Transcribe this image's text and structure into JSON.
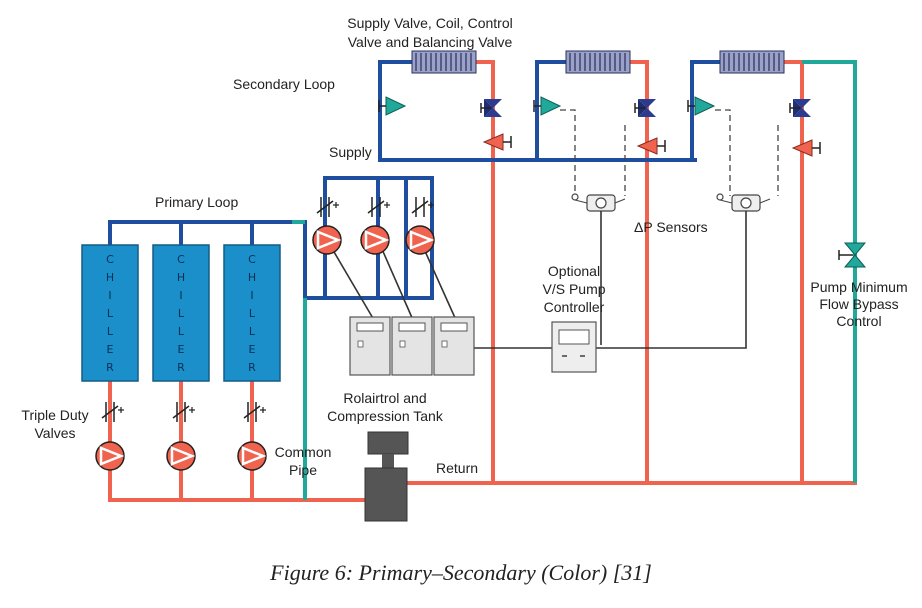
{
  "labels": {
    "supply_valve_line1": "Supply Valve, Coil, Control",
    "supply_valve_line2": "Valve and Balancing Valve",
    "secondary_loop": "Secondary Loop",
    "supply": "Supply",
    "primary_loop": "Primary Loop",
    "dp_sensors": "ΔP Sensors",
    "optional_line1": "Optional",
    "optional_line2": "V/S Pump",
    "optional_line3": "Controller",
    "pump_min_line1": "Pump Minimum",
    "pump_min_line2": "Flow Bypass",
    "pump_min_line3": "Control",
    "triple_line1": "Triple Duty",
    "triple_line2": "Valves",
    "rolaitrol_line1": "Rolairtrol and",
    "rolaitrol_line2": "Compression Tank",
    "common_line1": "Common",
    "common_line2": "Pipe",
    "return": "Return"
  },
  "chiller_letters": [
    "C",
    "H",
    "I",
    "L",
    "L",
    "E",
    "R"
  ],
  "caption": "Figure 6: Primary–Secondary (Color) [31]",
  "colors": {
    "supply": "#1f4e9e",
    "return": "#f0634f",
    "bypass": "#20a89a",
    "chiller": "#1a8fc9"
  }
}
